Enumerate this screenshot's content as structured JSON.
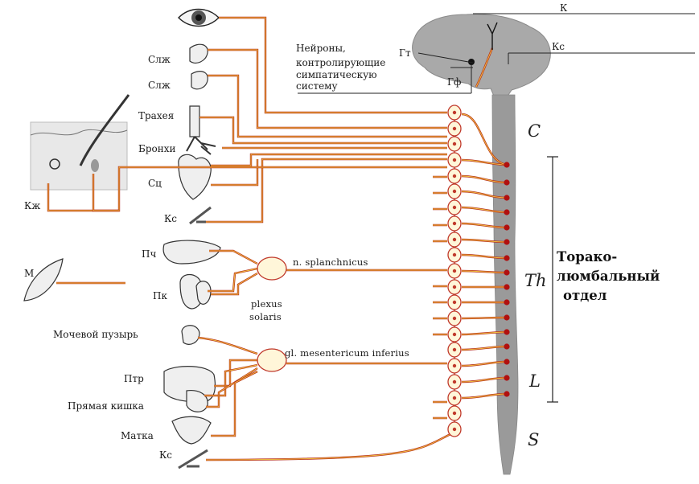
{
  "title_block": {
    "line1": "Торако-",
    "line2": "люмбальный",
    "line3": "отдел"
  },
  "neuron_caption": {
    "line1": "Нейроны,",
    "line2": "контролирующие",
    "line3": "симпатическую",
    "line4": "систему"
  },
  "brain_labels": {
    "k": "К",
    "ks": "Кс",
    "gt": "Гт",
    "gf": "Гф"
  },
  "organ_labels": {
    "slzh1": "Слж",
    "slzh2": "Слж",
    "trachea": "Трахея",
    "bronchi": "Бронхи",
    "heart": "Сц",
    "ks_upper": "Кс",
    "skin": "Кж",
    "muscle": "М",
    "liver": "Пч",
    "kidney": "Пк",
    "bladder": "Мочевой пузырь",
    "intestine": "Птр",
    "rectum": "Прямая кишка",
    "uterus": "Матка",
    "ks_lower": "Кс"
  },
  "ganglia_labels": {
    "splanchnic": "n. splanchnicus",
    "plexus1": "plexus",
    "plexus2": "solaris",
    "mesenteric": "gl. mesentericum inferius"
  },
  "segments": {
    "c": "C",
    "th": "Th",
    "l": "L",
    "s": "S"
  },
  "colors": {
    "nerve": "#b8321c",
    "nerve_core": "#f3c640",
    "cord": "#9a9a9a",
    "ganglion_fill": "#fff6d9"
  }
}
